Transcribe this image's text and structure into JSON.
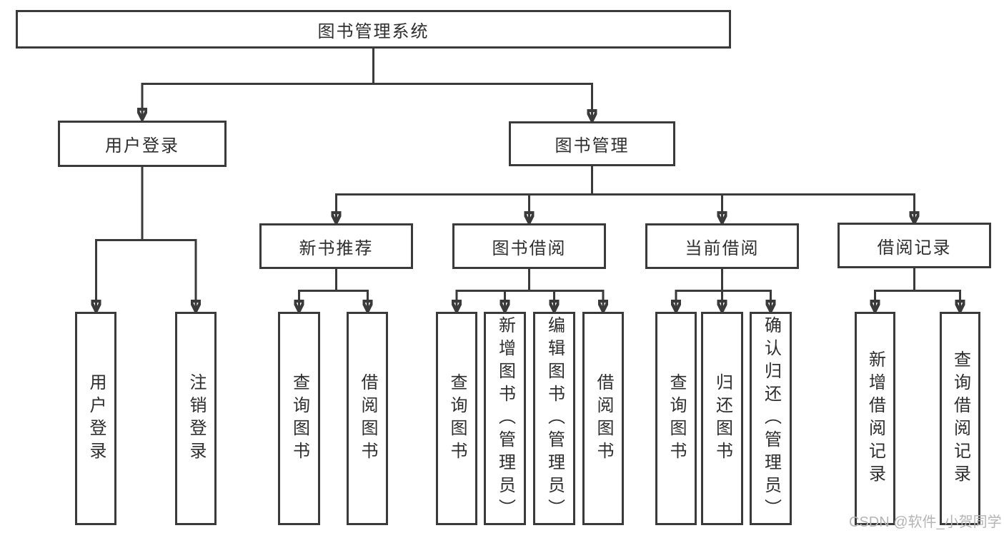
{
  "diagram": {
    "type": "hierarchy-tree",
    "nodes": {
      "root": "图书管理系统",
      "user_login": "用户登录",
      "book_mgmt": "图书管理",
      "new_book_rec": "新书推荐",
      "book_borrow": "图书借阅",
      "current_borrow": "当前借阅",
      "borrow_records": "借阅记录",
      "ul_login": "用户登录",
      "ul_logout": "注销登录",
      "nb_query": "查询图书",
      "nb_borrow": "借阅图书",
      "bb_query": "查询图书",
      "bb_add": "新增图书（管理员）",
      "bb_edit": "编辑图书（管理员）",
      "bb_borrow": "借阅图书",
      "cb_query": "查询图书",
      "cb_return": "归还图书",
      "cb_confirm": "确认归还（管理员）",
      "br_add": "新增借阅记录",
      "br_query": "查询借阅记录"
    },
    "colors": {
      "line": "#3a3a3a",
      "text": "#2e2e2e",
      "background": "#ffffff",
      "watermark": "#b5b5b5"
    },
    "watermark": "CSDN @软件_小贺同学"
  }
}
